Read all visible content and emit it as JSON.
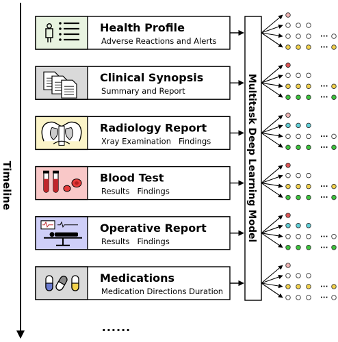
{
  "timeline": {
    "label": "Timeline"
  },
  "model": {
    "label": "Multitask Deep Learning Model"
  },
  "rows": [
    {
      "title": "Health Profile",
      "subtitle": "Adverse Reactions and Alerts",
      "icon": "health-profile-icon",
      "icon_bg": "#e8f3e0",
      "node_rows": [
        [
          "pink"
        ],
        [
          "white",
          "white",
          "white"
        ],
        [
          "white",
          "white",
          "white",
          "dots",
          "white",
          "white"
        ],
        [
          "yellow",
          "yellow",
          "yellow",
          "dots",
          "yellow",
          "yellow"
        ]
      ]
    },
    {
      "title": "Clinical Synopsis",
      "subtitle": "Summary and Report",
      "icon": "documents-icon",
      "icon_bg": "#d9d9d9",
      "node_rows": [
        [
          "red"
        ],
        [
          "white",
          "white",
          "white"
        ],
        [
          "yellow",
          "yellow",
          "yellow",
          "dots",
          "yellow",
          "yellow"
        ],
        [
          "green",
          "green",
          "green",
          "dots",
          "green",
          "green"
        ]
      ]
    },
    {
      "title": "Radiology Report",
      "subtitle": "Xray Examination   Findings",
      "icon": "xray-icon",
      "icon_bg": "#fbf4c8",
      "node_rows": [
        [
          "pink"
        ],
        [
          "cyan",
          "cyan",
          "cyan"
        ],
        [
          "white",
          "white",
          "white",
          "dots",
          "white",
          "white"
        ],
        [
          "green",
          "green",
          "green",
          "dots",
          "green",
          "green"
        ]
      ]
    },
    {
      "title": "Blood Test",
      "subtitle": "Results   Findings",
      "icon": "blood-tubes-icon",
      "icon_bg": "#f9c8c8",
      "node_rows": [
        [
          "red"
        ],
        [
          "white",
          "white",
          "white"
        ],
        [
          "yellow",
          "yellow",
          "yellow",
          "dots",
          "yellow",
          "yellow"
        ],
        [
          "green",
          "green",
          "green",
          "dots",
          "green",
          "green"
        ]
      ]
    },
    {
      "title": "Operative Report",
      "subtitle": "Results   Findings",
      "icon": "operating-table-icon",
      "icon_bg": "#cfcff8",
      "node_rows": [
        [
          "red"
        ],
        [
          "cyan",
          "cyan",
          "cyan"
        ],
        [
          "white",
          "white",
          "white",
          "dots",
          "white",
          "white"
        ],
        [
          "green",
          "green",
          "green",
          "dots",
          "green",
          "green"
        ]
      ]
    },
    {
      "title": "Medications",
      "subtitle": "Medication Directions Duration",
      "icon": "pills-icon",
      "icon_bg": "#d9d9d9",
      "node_rows": [
        [
          "pink"
        ],
        [
          "white",
          "white",
          "white"
        ],
        [
          "yellow",
          "yellow",
          "yellow",
          "dots",
          "yellow",
          "yellow"
        ],
        [
          "white",
          "white",
          "white",
          "dots",
          "white",
          "white"
        ]
      ]
    }
  ],
  "more": "......",
  "colors": {
    "pink": "#f2b6b6",
    "red": "#e05555",
    "white": "#ffffff",
    "yellow": "#f2d24c",
    "green": "#3cc43c",
    "cyan": "#5fd0d8",
    "row_bg": "#ffffff",
    "stroke": "#000000"
  }
}
